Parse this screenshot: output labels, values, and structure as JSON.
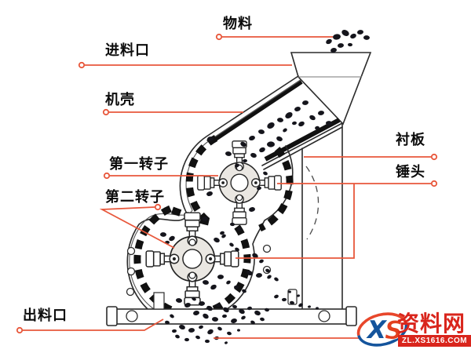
{
  "figure": {
    "background": "#ffffff",
    "leader_color": "#E8573B",
    "ink_color": "#2b2b2b",
    "labels": {
      "material": "物料",
      "feed_inlet": "进料口",
      "casing": "机壳",
      "first_rotor": "第一转子",
      "second_rotor": "第二转子",
      "liner_plate": "衬板",
      "hammer_head": "锤头",
      "discharge_outlet": "出料口"
    },
    "particles": [
      [
        419,
        53,
        4
      ],
      [
        429,
        47,
        5
      ],
      [
        440,
        42,
        5
      ],
      [
        450,
        46,
        4
      ],
      [
        459,
        41,
        4
      ],
      [
        467,
        48,
        4
      ],
      [
        434,
        58,
        4
      ],
      [
        446,
        57,
        3
      ],
      [
        425,
        64,
        4
      ],
      [
        389,
        131,
        4
      ],
      [
        379,
        139,
        4
      ],
      [
        368,
        147,
        5
      ],
      [
        357,
        153,
        4
      ],
      [
        345,
        160,
        5
      ],
      [
        333,
        168,
        4
      ],
      [
        321,
        176,
        4
      ],
      [
        310,
        184,
        4
      ],
      [
        363,
        166,
        3
      ],
      [
        375,
        157,
        3
      ],
      [
        398,
        150,
        4
      ],
      [
        409,
        144,
        4
      ],
      [
        419,
        157,
        4
      ],
      [
        404,
        163,
        3
      ],
      [
        384,
        158,
        4
      ],
      [
        356,
        177,
        4
      ],
      [
        345,
        184,
        5
      ],
      [
        334,
        191,
        4
      ],
      [
        323,
        198,
        4
      ],
      [
        312,
        205,
        3
      ],
      [
        302,
        211,
        3
      ],
      [
        291,
        196,
        4
      ],
      [
        268,
        177,
        4
      ],
      [
        267,
        247,
        4
      ],
      [
        261,
        279,
        4
      ],
      [
        321,
        267,
        4
      ],
      [
        338,
        221,
        3
      ],
      [
        330,
        240,
        3
      ],
      [
        296,
        286,
        3
      ],
      [
        305,
        292,
        3
      ],
      [
        283,
        297,
        3
      ],
      [
        208,
        299,
        4
      ],
      [
        219,
        304,
        4
      ],
      [
        213,
        309,
        3
      ],
      [
        276,
        306,
        4
      ],
      [
        285,
        301,
        3
      ],
      [
        295,
        312,
        3
      ],
      [
        325,
        326,
        4
      ],
      [
        333,
        333,
        3
      ],
      [
        302,
        318,
        3
      ],
      [
        341,
        345,
        3
      ],
      [
        262,
        360,
        4
      ],
      [
        272,
        366,
        4
      ],
      [
        281,
        353,
        4
      ],
      [
        318,
        348,
        4
      ],
      [
        330,
        351,
        4
      ],
      [
        343,
        353,
        3
      ],
      [
        352,
        356,
        3
      ],
      [
        291,
        360,
        3
      ],
      [
        301,
        366,
        3
      ],
      [
        311,
        371,
        3
      ],
      [
        228,
        383,
        4
      ],
      [
        239,
        389,
        4
      ],
      [
        247,
        381,
        3
      ],
      [
        257,
        387,
        4
      ],
      [
        267,
        393,
        4
      ],
      [
        278,
        389,
        3
      ],
      [
        288,
        395,
        4
      ],
      [
        299,
        391,
        3
      ],
      [
        308,
        397,
        4
      ],
      [
        318,
        393,
        3
      ],
      [
        328,
        399,
        4
      ],
      [
        340,
        395,
        3
      ],
      [
        250,
        399,
        4
      ],
      [
        262,
        403,
        4
      ],
      [
        274,
        407,
        4
      ],
      [
        286,
        403,
        3
      ],
      [
        298,
        409,
        4
      ],
      [
        310,
        405,
        3
      ],
      [
        322,
        411,
        3
      ],
      [
        334,
        407,
        3
      ],
      [
        232,
        417,
        4
      ],
      [
        244,
        421,
        4
      ],
      [
        256,
        417,
        3
      ],
      [
        268,
        423,
        4
      ],
      [
        280,
        419,
        3
      ],
      [
        292,
        425,
        3
      ],
      [
        226,
        429,
        3
      ],
      [
        238,
        433,
        3
      ],
      [
        252,
        430,
        3
      ],
      [
        264,
        435,
        3
      ],
      [
        352,
        378,
        3
      ],
      [
        362,
        382,
        3
      ],
      [
        372,
        386,
        3
      ],
      [
        383,
        389,
        3
      ],
      [
        394,
        391,
        2
      ],
      [
        404,
        393,
        2
      ],
      [
        369,
        372,
        2
      ],
      [
        380,
        377,
        2
      ],
      [
        276,
        431,
        3
      ],
      [
        288,
        437,
        2
      ],
      [
        219,
        403,
        3
      ],
      [
        213,
        411,
        3
      ],
      [
        222,
        422,
        3
      ],
      [
        304,
        421,
        2
      ]
    ]
  },
  "watermark": {
    "logo_x": "X",
    "logo_s": "S",
    "site_name": "资料网",
    "site_url": "ZL.XS1616.COM",
    "red": "#d9251c",
    "blue": "#14549c",
    "orange": "#e8472b"
  }
}
